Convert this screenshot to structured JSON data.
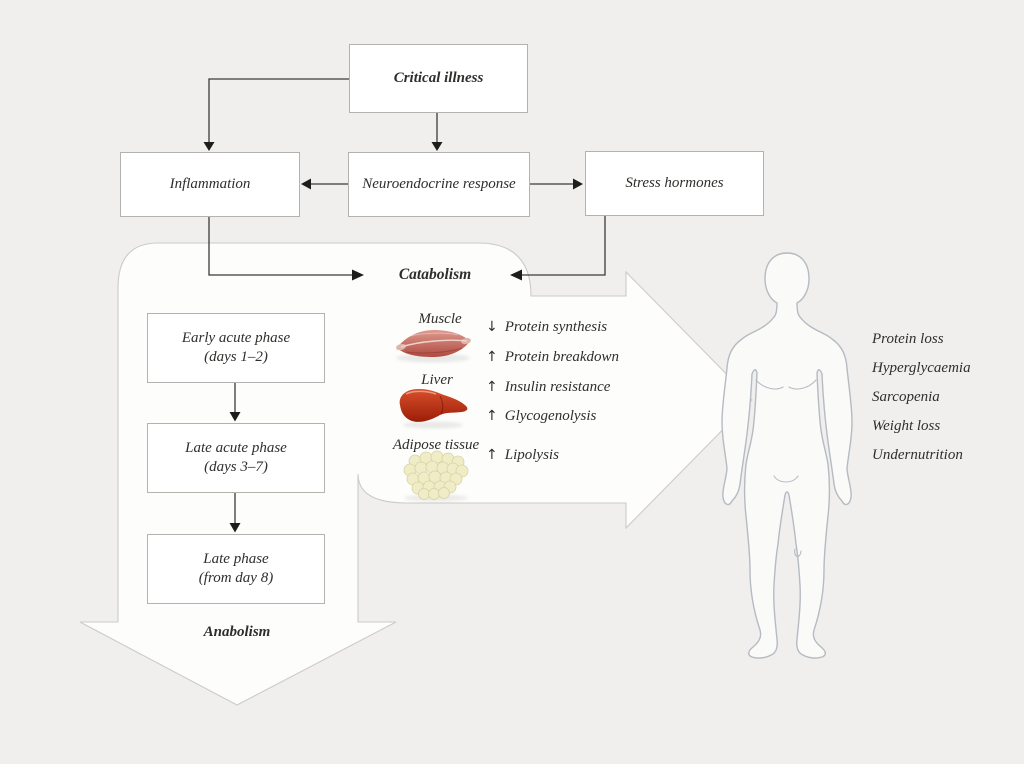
{
  "diagram": {
    "boxes": {
      "critical": "Critical illness",
      "inflammation": "Inflammation",
      "neuroendocrine": "Neuroendocrine response",
      "stress": "Stress hormones"
    },
    "catabolism_label": "Catabolism",
    "anabolism_label": "Anabolism",
    "phases": [
      {
        "line1": "Early acute phase",
        "line2": "(days 1–2)"
      },
      {
        "line1": "Late acute phase",
        "line2": "(days 3–7)"
      },
      {
        "line1": "Late phase",
        "line2": "(from day 8)"
      }
    ],
    "organs": [
      "Muscle",
      "Liver",
      "Adipose tissue"
    ],
    "effects": [
      {
        "arrow": "↓",
        "label": "Protein synthesis"
      },
      {
        "arrow": "↑",
        "label": "Protein breakdown"
      },
      {
        "arrow": "↑",
        "label": "Insulin resistance"
      },
      {
        "arrow": "↑",
        "label": "Glycogenolysis"
      },
      {
        "arrow": "↑",
        "label": "Lipolysis"
      }
    ],
    "outcomes": [
      "Protein loss",
      "Hyperglycaemia",
      "Sarcopenia",
      "Weight loss",
      "Undernutrition"
    ],
    "colors": {
      "background": "#f0efed",
      "box_border": "#b3b2af",
      "text": "#2e2e2b",
      "connector": "#3a3a37",
      "shape_fill": "#fdfdfc",
      "shape_stroke": "#cccbc7",
      "body_outline": "#b5bac3",
      "muscle_red": "#b04a40",
      "liver_red": "#9c1d07",
      "adipose_yellow": "#efecc6"
    }
  }
}
